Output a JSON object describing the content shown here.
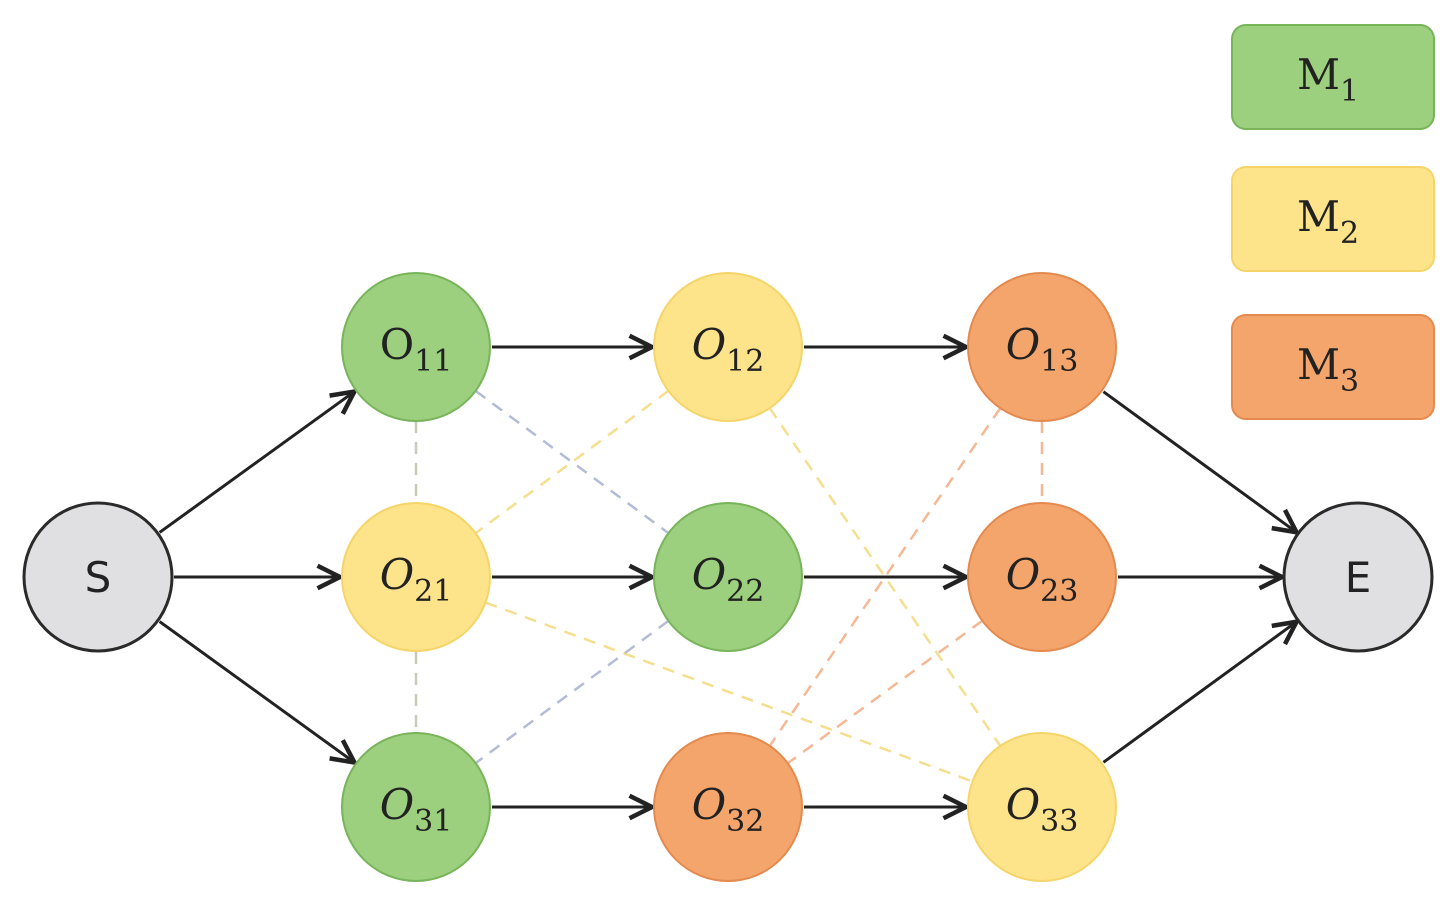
{
  "colors": {
    "m1_fill": "#9ccf7e",
    "m1_stroke": "#78b45a",
    "m2_fill": "#fde38a",
    "m2_stroke": "#f5d56a",
    "m3_fill": "#f4a56c",
    "m3_stroke": "#e48a4e",
    "terminal_fill": "#e0e0e2",
    "terminal_stroke": "#2a2a2a",
    "edge": "#222222",
    "dash_gray": "#b8b8a0",
    "dash_yellow": "#f3d36a",
    "dash_orange": "#f0a070",
    "dash_blue": "#9aa6c8"
  },
  "legend": [
    {
      "id": "m1",
      "label": "M",
      "sub": "1",
      "color": "m1"
    },
    {
      "id": "m2",
      "label": "M",
      "sub": "2",
      "color": "m2"
    },
    {
      "id": "m3",
      "label": "M",
      "sub": "3",
      "color": "m3"
    }
  ],
  "terminals": [
    {
      "id": "S",
      "label": "S"
    },
    {
      "id": "E",
      "label": "E"
    }
  ],
  "operations": [
    {
      "id": "O11",
      "label": "O",
      "sub": "11",
      "machine": "m1",
      "upright": true
    },
    {
      "id": "O12",
      "label": "O",
      "sub": "12",
      "machine": "m2"
    },
    {
      "id": "O13",
      "label": "O",
      "sub": "13",
      "machine": "m3"
    },
    {
      "id": "O21",
      "label": "O",
      "sub": "21",
      "machine": "m2"
    },
    {
      "id": "O22",
      "label": "O",
      "sub": "22",
      "machine": "m1"
    },
    {
      "id": "O23",
      "label": "O",
      "sub": "23",
      "machine": "m3"
    },
    {
      "id": "O31",
      "label": "O",
      "sub": "31",
      "machine": "m1"
    },
    {
      "id": "O32",
      "label": "O",
      "sub": "32",
      "machine": "m3"
    },
    {
      "id": "O33",
      "label": "O",
      "sub": "33",
      "machine": "m2"
    }
  ],
  "edges": [
    [
      "S",
      "O11"
    ],
    [
      "S",
      "O21"
    ],
    [
      "S",
      "O31"
    ],
    [
      "O11",
      "O12"
    ],
    [
      "O12",
      "O13"
    ],
    [
      "O13",
      "E"
    ],
    [
      "O21",
      "O22"
    ],
    [
      "O22",
      "O23"
    ],
    [
      "O23",
      "E"
    ],
    [
      "O31",
      "O32"
    ],
    [
      "O32",
      "O33"
    ],
    [
      "O33",
      "E"
    ]
  ],
  "disjunctive_edges": [
    {
      "from": "O11",
      "to": "O31",
      "color": "dash_gray"
    },
    {
      "from": "O11",
      "to": "O22",
      "color": "dash_blue"
    },
    {
      "from": "O12",
      "to": "O21",
      "color": "dash_yellow"
    },
    {
      "from": "O12",
      "to": "O33",
      "color": "dash_yellow"
    },
    {
      "from": "O13",
      "to": "O23",
      "color": "dash_orange"
    },
    {
      "from": "O13",
      "to": "O32",
      "color": "dash_orange"
    },
    {
      "from": "O21",
      "to": "O33",
      "color": "dash_yellow"
    },
    {
      "from": "O23",
      "to": "O32",
      "color": "dash_orange"
    },
    {
      "from": "O22",
      "to": "O31",
      "color": "dash_blue"
    }
  ]
}
